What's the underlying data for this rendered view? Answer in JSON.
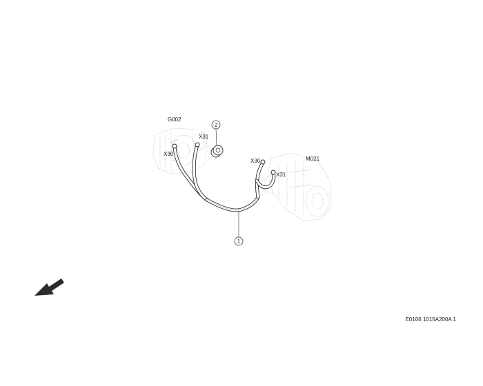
{
  "labels": {
    "generator": "G002",
    "starter": "M021",
    "gen_x30": "X30",
    "gen_x31": "X31",
    "starter_x30": "X30",
    "starter_x31": "X31"
  },
  "callouts": {
    "cable": "1",
    "grommet": "2"
  },
  "reference": "E0106 1015A200A 1",
  "icons": {
    "direction": "forward-arrow-icon"
  }
}
